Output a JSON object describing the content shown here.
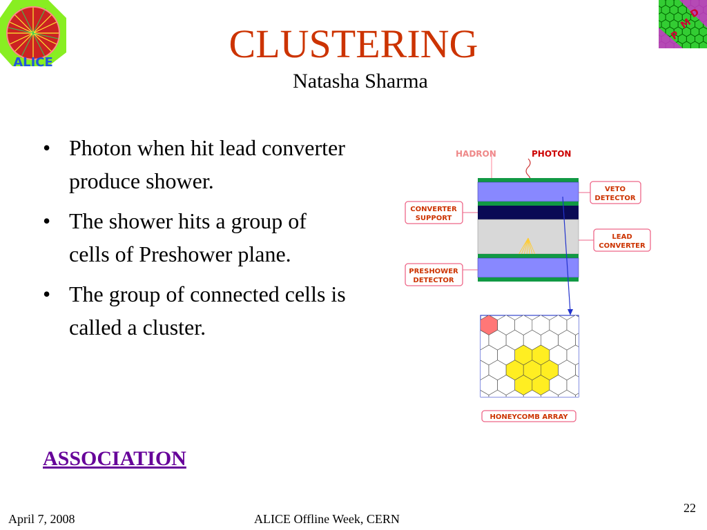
{
  "slide": {
    "title": "CLUSTERING",
    "subtitle": "Natasha Sharma",
    "bullets": [
      "Photon when hit lead converter produce shower.",
      "The shower hits a group of cells of Preshower plane.",
      "The group of connected cells is called a cluster."
    ],
    "bullet_char": "•",
    "link_label": "ASSOCIATION"
  },
  "footer": {
    "date": "April 7, 2008",
    "center": "ALICE Offline Week, CERN",
    "slide_number": "22"
  },
  "logos": {
    "left_text": "ALICE",
    "right_letters": [
      "P",
      "M",
      "D"
    ]
  },
  "diagram": {
    "labels": {
      "hadron": "HADRON",
      "photon": "PHOTON",
      "veto_line1": "VETO",
      "veto_line2": "DETECTOR",
      "converter_line1": "CONVERTER",
      "converter_line2": "SUPPORT",
      "lead_line1": "LEAD",
      "lead_line2": "CONVERTER",
      "preshower_line1": "PRESHOWER",
      "preshower_line2": "DETECTOR",
      "honeycomb": "HONEYCOMB ARRAY"
    }
  },
  "colors": {
    "title": "#cc3300",
    "link": "#660099",
    "label_border": "#ee6688",
    "label_text": "#cc3300",
    "detector_blue": "#8888ff",
    "plate_green": "#119944",
    "support_navy": "#0a0a55",
    "lead_grey": "#d8d8d8",
    "cluster_yellow": "#ffee22",
    "hit_pink": "#ff7777"
  }
}
